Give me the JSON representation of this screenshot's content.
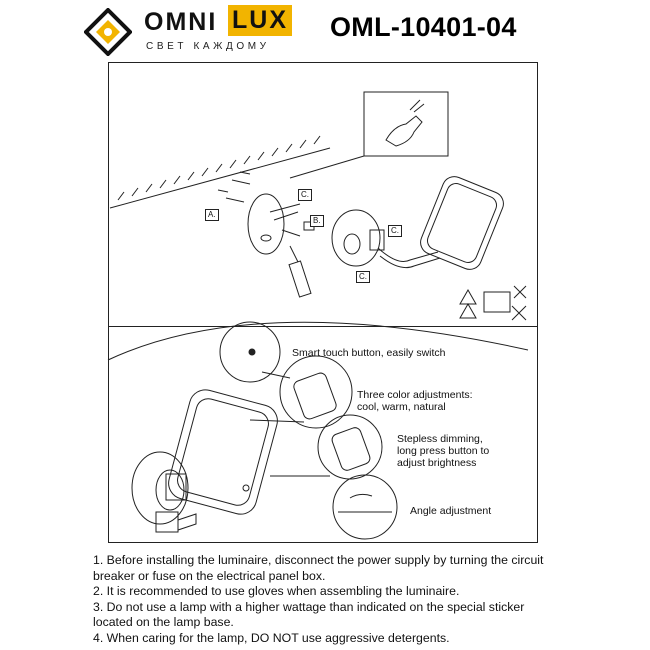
{
  "brand": {
    "name_part1": "OMNI",
    "name_part2": "LUX",
    "tagline": "СВЕТ КАЖДОМУ",
    "accent_color": "#f2b400"
  },
  "model_number": "OML-10401-04",
  "installation": {
    "labels": {
      "a": "A.",
      "b": "B.",
      "c1": "C.",
      "c2": "C.",
      "c3": "C."
    }
  },
  "features": [
    {
      "text": "Smart touch button, easily switch"
    },
    {
      "line1": "Three color adjustments:",
      "line2": "cool, warm, natural"
    },
    {
      "line1": "Stepless dimming,",
      "line2": "long press button to",
      "line3": "adjust brightness"
    },
    {
      "text": "Angle adjustment"
    }
  ],
  "instructions": [
    "1. Before installing the luminaire, disconnect the power supply by turning the circuit breaker or fuse on the electrical panel box.",
    "2. It is recommended to use gloves when assembling the luminaire.",
    "3. Do not use a lamp with a higher wattage than indicated on the special sticker located on the lamp base.",
    "4. When caring for the lamp, DO NOT use aggressive detergents."
  ]
}
